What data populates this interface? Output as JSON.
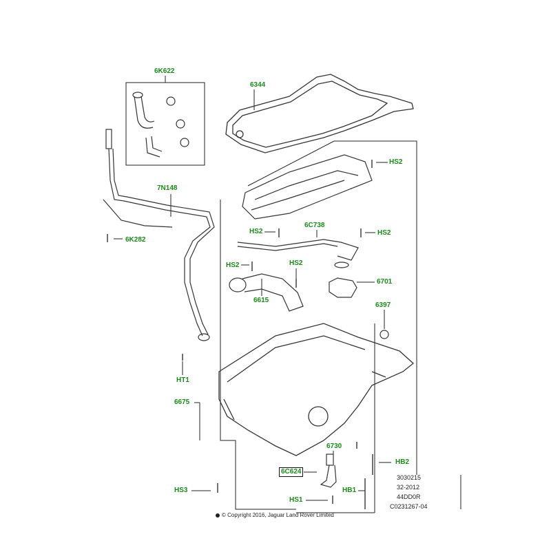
{
  "colors": {
    "label": "#1a8a1a",
    "line": "#222222",
    "part": "#555555"
  },
  "parts": [
    {
      "id": "p1",
      "label": "6K622"
    },
    {
      "id": "p2",
      "label": "6344"
    },
    {
      "id": "p3",
      "label": "7N148"
    },
    {
      "id": "p4",
      "label": "6K282"
    },
    {
      "id": "p5",
      "label": "HS2"
    },
    {
      "id": "p6",
      "label": "HS2"
    },
    {
      "id": "p7",
      "label": "6C738"
    },
    {
      "id": "p8",
      "label": "HS2"
    },
    {
      "id": "p9",
      "label": "HS2"
    },
    {
      "id": "p10",
      "label": "HS2"
    },
    {
      "id": "p11",
      "label": "6701"
    },
    {
      "id": "p12",
      "label": "6615"
    },
    {
      "id": "p13",
      "label": "6397"
    },
    {
      "id": "p14",
      "label": "HT1"
    },
    {
      "id": "p15",
      "label": "6675"
    },
    {
      "id": "p16",
      "label": "6730"
    },
    {
      "id": "p17",
      "label": "HB2"
    },
    {
      "id": "p18",
      "label": "6C624"
    },
    {
      "id": "p19",
      "label": "HB1"
    },
    {
      "id": "p20",
      "label": "HS3"
    },
    {
      "id": "p21",
      "label": "HS1"
    }
  ],
  "reference": [
    "3030215",
    "32-2012",
    "44DD0R",
    "C0231267-04"
  ],
  "copyright": "© Copyright 2016, Jaguar Land Rover Limited"
}
